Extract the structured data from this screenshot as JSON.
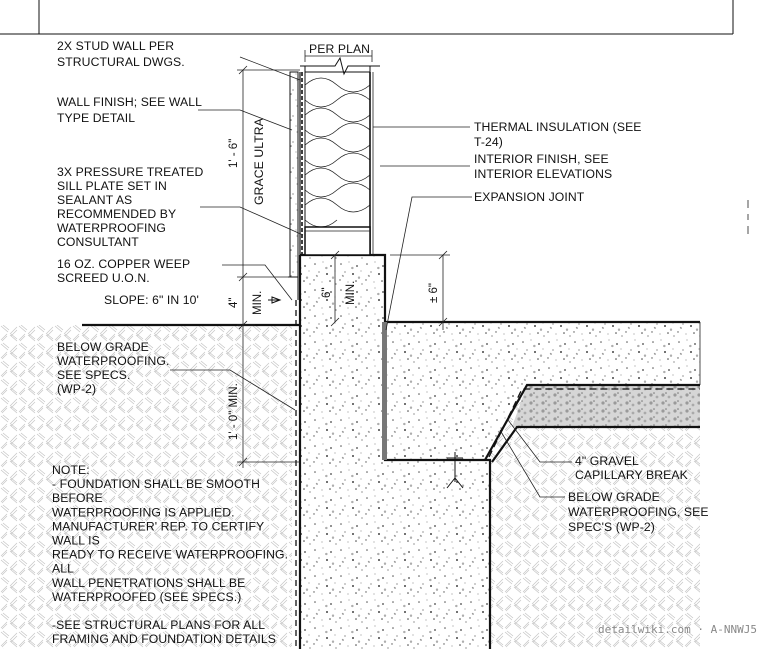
{
  "labels": {
    "stud_wall_1": "2X STUD WALL PER",
    "stud_wall_2": "STRUCTURAL DWGS.",
    "per_plan": "PER PLAN",
    "wall_finish_1": "WALL FINISH; SEE WALL",
    "wall_finish_2": "TYPE DETAIL",
    "sill_1": "3X PRESSURE TREATED",
    "sill_2": "SILL PLATE SET IN",
    "sill_3": "SEALANT AS",
    "sill_4": "RECOMMENDED BY",
    "sill_5": "WATERPROOFING",
    "sill_6": "CONSULTANT",
    "weep_1": "16 OZ. COPPER WEEP",
    "weep_2": "SCREED U.O.N.",
    "slope": "SLOPE: 6\" IN 10'",
    "bg_wp_1": "BELOW GRADE",
    "bg_wp_2": "WATERPROOFING.",
    "bg_wp_3": "SEE SPECS.",
    "bg_wp_4": "(WP-2)",
    "thermal_1": "THERMAL INSULATION (SEE",
    "thermal_2": "T-24)",
    "interior_1": "INTERIOR FINISH, SEE",
    "interior_2": "INTERIOR ELEVATIONS",
    "expansion": "EXPANSION JOINT",
    "gravel_1": "4\" GRAVEL",
    "gravel_2": "CAPILLARY BREAK",
    "bg_wp2_1": "BELOW GRADE",
    "bg_wp2_2": "WATERPROOFING, SEE",
    "bg_wp2_3": "SPEC'S (WP-2)",
    "grace": "GRACE ULTRA"
  },
  "dimensions": {
    "d_1_6": "1' - 6\"",
    "d_4": "4\"",
    "d_min_a": "MIN.",
    "d_6": "6\"",
    "d_min_b": "MIN.",
    "d_pm6": "± 6\"",
    "d_1_0_min": "1' - 0\" MIN."
  },
  "note": {
    "lines": [
      "NOTE:",
      "- FOUNDATION SHALL BE SMOOTH",
      "BEFORE",
      " WATERPROOFING IS APPLIED.",
      " MANUFACTURER' REP. TO CERTIFY",
      "WALL IS",
      " READY TO RECEIVE WATERPROOFING.",
      "ALL",
      " WALL PENETRATIONS SHALL BE",
      " WATERPROOFED (SEE SPECS.)",
      "",
      "-SEE STRUCTURAL PLANS FOR ALL",
      "FRAMING AND FOUNDATION DETAILS"
    ]
  },
  "watermark": "detailwiki.com · A-NNWJ5"
}
